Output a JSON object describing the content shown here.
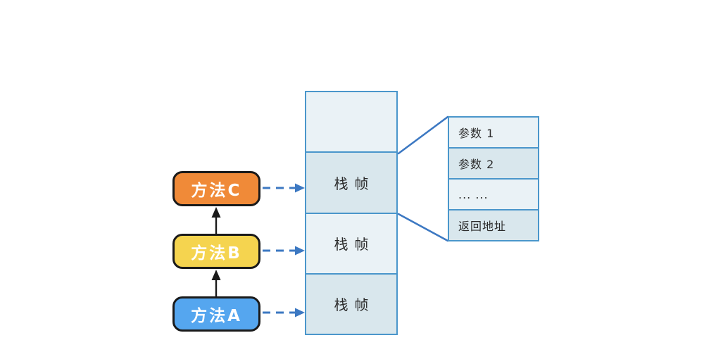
{
  "colors": {
    "method-c-bg": "#F08A38",
    "method-b-bg": "#F5D44F",
    "method-a-bg": "#55A6EF",
    "method-border": "#1A1A1A",
    "method-text": "#FFFFFF",
    "frame-border": "#4A96CB",
    "cell-light": "#EAF2F6",
    "cell-dark": "#D9E7ED",
    "frame-text": "#2B2B2B",
    "arrow-blue": "#3C78C2",
    "arrow-black": "#1A1A1A"
  },
  "methods": [
    {
      "label": "方法C"
    },
    {
      "label": "方法B"
    },
    {
      "label": "方法A"
    }
  ],
  "stack": {
    "cells": [
      {
        "label": ""
      },
      {
        "label": "栈帧"
      },
      {
        "label": "栈帧"
      },
      {
        "label": "栈帧"
      }
    ]
  },
  "frame_detail": {
    "rows": [
      {
        "label": "参数 1"
      },
      {
        "label": "参数 2"
      },
      {
        "label": "... ..."
      },
      {
        "label": "返回地址"
      }
    ]
  }
}
